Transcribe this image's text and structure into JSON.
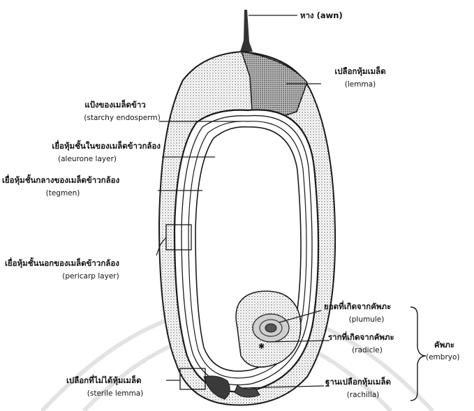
{
  "labels": {
    "awn": "หาง (awn)",
    "lemma_th": "เปลือกหุ้มเมล็ด",
    "lemma_en": "(lemma)",
    "endosperm_th": "แป้งของเมล็ดข้าว",
    "endosperm_en": "(starchy endosperm)",
    "aleurone_th": "เยื่อหุ้มชั้นในของเมล็ดข้าวกล้อง",
    "aleurone_en": "(aleurone layer)",
    "tegmen_th": "เยื่อหุ้มชั้นกลางของเมล็ดข้าวกล้อง",
    "tegmen_en": "(tegmen)",
    "pericarp_th": "เยื่อหุ้มชั้นนอกของเมล็ดข้าวกล้อง",
    "pericarp_en": "(pericarp layer)",
    "plumule_th": "ยอดที่เกิดจากคัพภะ",
    "plumule_en": "(plumule)",
    "radicle_th": "รากที่เกิดจากคัพภะ",
    "radicle_en": "(radicle)",
    "embryo_th": "คัพภะ",
    "embryo_en": "(embryo)",
    "sterile_th": "เปลือกที่ไม่ได้หุ้มเมล็ด",
    "sterile_en": "(sterile lemma)",
    "rachilla_th": "ฐานเปลือกหุ้มเมล็ด",
    "rachilla_en": "(rachilla)"
  },
  "colors": {
    "ink": "#1a1a1a",
    "stipple": "#555555",
    "watermark": "#c9c9c9"
  }
}
